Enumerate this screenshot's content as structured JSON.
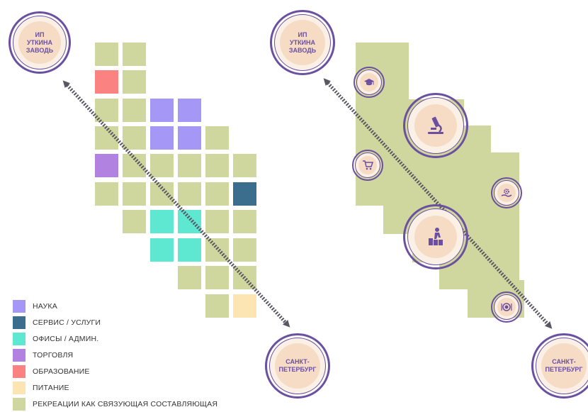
{
  "hubs": {
    "left_top": "ИП УТКИНА ЗАВОДЬ",
    "left_bottom": "САНКТ-ПЕТЕРБУРГ",
    "right_top": "ИП УТКИНА ЗАВОДЬ",
    "right_bottom": "САНКТ-ПЕТЕРБУРГ"
  },
  "legend": [
    {
      "label": "НАУКА",
      "color": "#a597f5"
    },
    {
      "label": "СЕРВИС / УСЛУГИ",
      "color": "#3a6e8c"
    },
    {
      "label": "ОФИСЫ / АДМИН.",
      "color": "#5ee8d2"
    },
    {
      "label": "ТОРГОВЛЯ",
      "color": "#b182e0"
    },
    {
      "label": "ОБРАЗОВАНИЕ",
      "color": "#fa8280"
    },
    {
      "label": "ПИТАНИЕ",
      "color": "#fde4b3"
    },
    {
      "label": "РЕКРЕАЦИИ КАК СВЯЗУЮЩАЯ СОСТАВЛЯЮЩАЯ",
      "color": "#cfd69e"
    }
  ],
  "colors": {
    "recreation": "#cfd69e",
    "science": "#a597f5",
    "service": "#3a6e8c",
    "office": "#5ee8d2",
    "trade": "#b182e0",
    "education": "#fa8280",
    "food": "#fde4b3",
    "accent": "#6b4fa0",
    "arrow": "#5a5763"
  },
  "function_icons": [
    "graduation-cap-icon",
    "microscope-icon",
    "shopping-cart-icon",
    "gear-hand-icon",
    "office-worker-icon",
    "dinner-plate-icon"
  ]
}
